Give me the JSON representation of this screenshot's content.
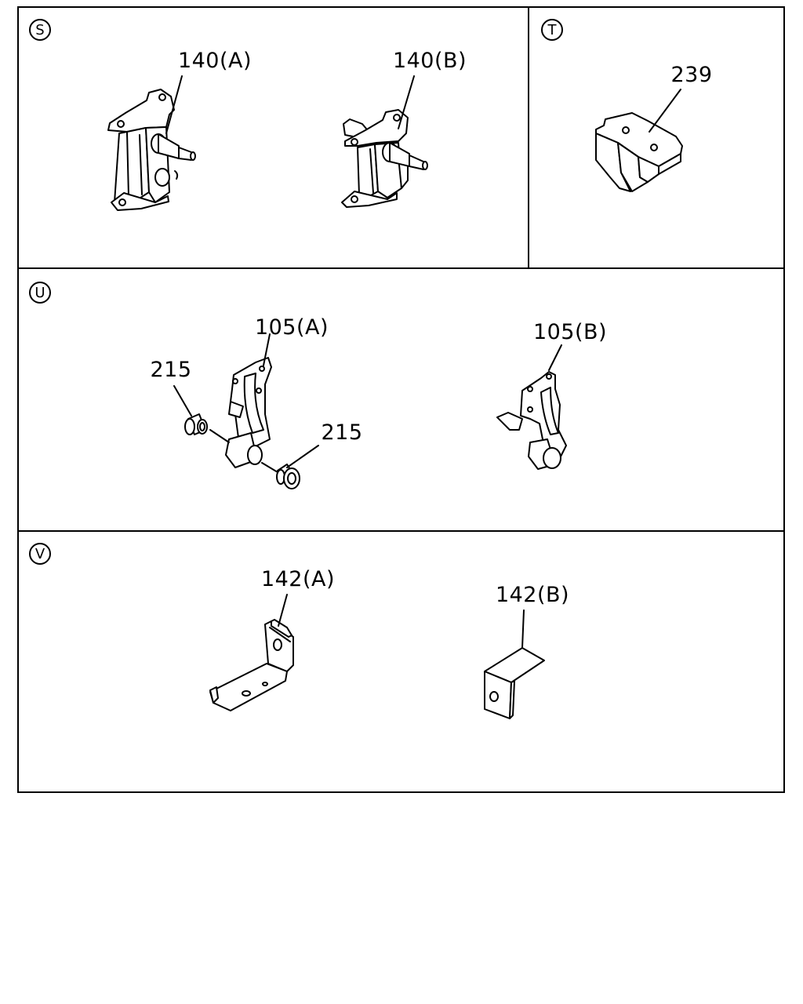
{
  "sections": {
    "s": {
      "letter": "S",
      "labels": {
        "a": "140(A)",
        "b": "140(B)"
      }
    },
    "t": {
      "letter": "T",
      "labels": {
        "a": "239"
      }
    },
    "u": {
      "letter": "U",
      "labels": {
        "a": "105(A)",
        "b": "105(B)",
        "c": "215",
        "d": "215"
      }
    },
    "v": {
      "letter": "V",
      "labels": {
        "a": "142(A)",
        "b": "142(B)"
      }
    }
  }
}
